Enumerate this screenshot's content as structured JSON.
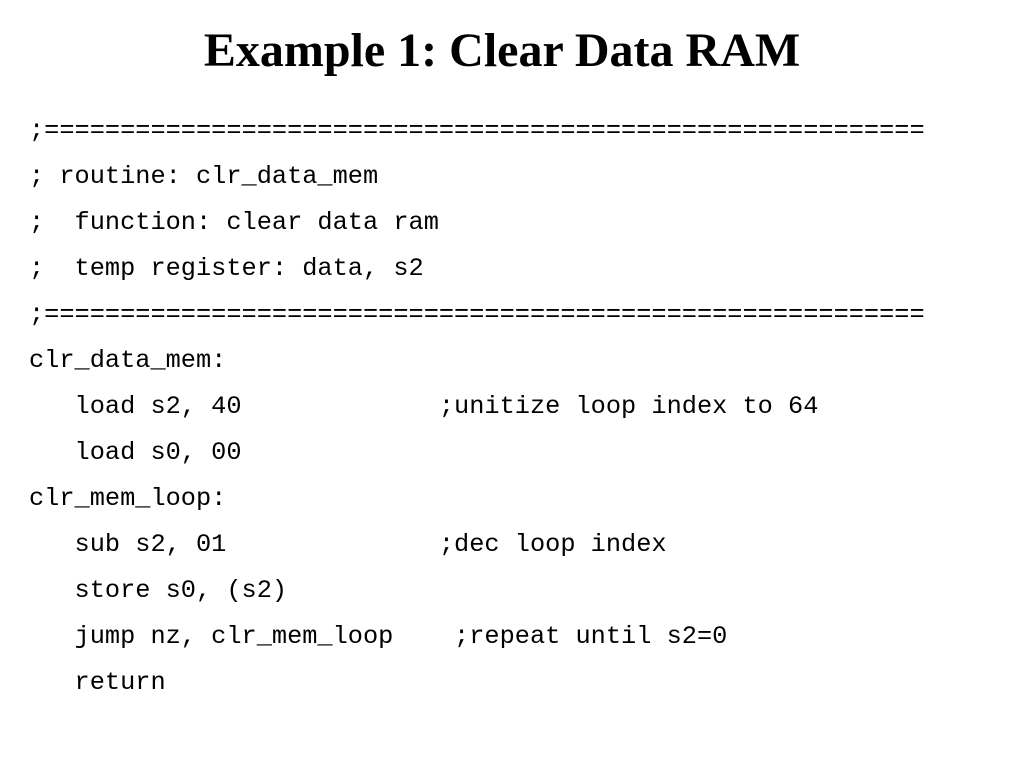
{
  "slide": {
    "title": "Example 1: Clear Data RAM",
    "code_lines": [
      ";==========================================================",
      "; routine: clr_data_mem",
      ";  function: clear data ram",
      ";  temp register: data, s2",
      ";==========================================================",
      "clr_data_mem:",
      "   load s2, 40             ;unitize loop index to 64",
      "   load s0, 00",
      "clr_mem_loop:",
      "   sub s2, 01              ;dec loop index",
      "   store s0, (s2)",
      "   jump nz, clr_mem_loop    ;repeat until s2=0",
      "   return"
    ]
  }
}
